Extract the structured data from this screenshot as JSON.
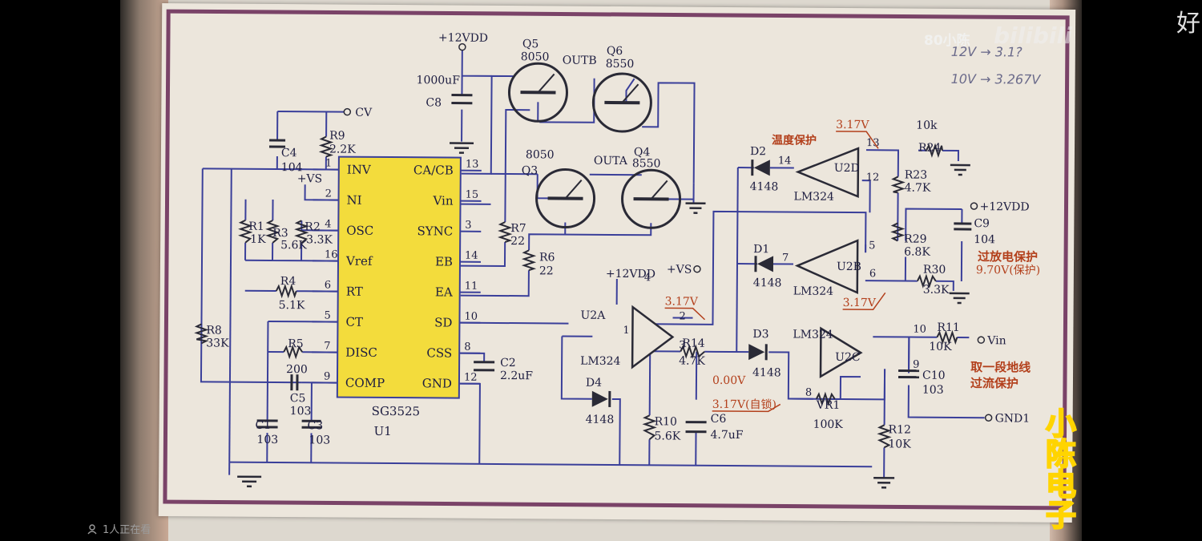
{
  "overlay": {
    "corner_char": "好",
    "uploader_tag": "80小陈",
    "platform_logo": "bilibili",
    "viewer_count": "1人正在看",
    "channel_watermark": [
      "小",
      "陈",
      "电",
      "子"
    ],
    "note_line1": "12V → 3.1?",
    "note_line2": "10V → 3.267V"
  },
  "schematic": {
    "ic": {
      "name": "SG3525",
      "ref": "U1",
      "left_pins": [
        {
          "num": "1",
          "label": "INV"
        },
        {
          "num": "2",
          "label": "NI"
        },
        {
          "num": "4",
          "label": "OSC"
        },
        {
          "num": "16",
          "label": "Vref"
        },
        {
          "num": "6",
          "label": "RT"
        },
        {
          "num": "5",
          "label": "CT"
        },
        {
          "num": "7",
          "label": "DISC"
        },
        {
          "num": "9",
          "label": "COMP"
        }
      ],
      "right_pins": [
        {
          "num": "13",
          "label": "CA/CB"
        },
        {
          "num": "15",
          "label": "Vin"
        },
        {
          "num": "3",
          "label": "SYNC"
        },
        {
          "num": "14",
          "label": "EB"
        },
        {
          "num": "11",
          "label": "EA"
        },
        {
          "num": "10",
          "label": "SD"
        },
        {
          "num": "8",
          "label": "CSS"
        },
        {
          "num": "12",
          "label": "GND"
        }
      ]
    },
    "labels": {
      "cv": "CV",
      "vs": "+VS",
      "vdd_top": "+12VDD",
      "vdd_mid": "+12VDD",
      "vdd_right": "+12VDD",
      "vs_mid": "+VS",
      "outb": "OUTB",
      "outa": "OUTA",
      "vin": "Vin",
      "gnd1": "GND1"
    },
    "components": {
      "c4": [
        "C4",
        "104"
      ],
      "r9": [
        "R9",
        "2.2K"
      ],
      "r1": [
        "R1",
        "1K"
      ],
      "r3": [
        "R3",
        "5.6K"
      ],
      "r2": [
        "R2",
        "3.3K"
      ],
      "r4": [
        "R4",
        "5.1K"
      ],
      "r8": [
        "R8",
        "33K"
      ],
      "r5": [
        "R5",
        "200"
      ],
      "c5": [
        "C5",
        "103"
      ],
      "c1": [
        "C1",
        "103"
      ],
      "c3": [
        "C3",
        "103"
      ],
      "c8": [
        "1000uF",
        "C8"
      ],
      "q5": [
        "Q5",
        "8050"
      ],
      "q6": [
        "Q6",
        "8550"
      ],
      "q3": [
        "8050",
        "Q3"
      ],
      "q4": [
        "Q4",
        "8550"
      ],
      "r7": [
        "R7",
        "22"
      ],
      "r6": [
        "R6",
        "22"
      ],
      "c2": [
        "C2",
        "2.2uF"
      ],
      "u2a": [
        "U2A",
        "LM324"
      ],
      "d4": [
        "D4",
        "4148"
      ],
      "r10": [
        "R10",
        "5.6K"
      ],
      "c6": [
        "C6",
        "4.7uF"
      ],
      "r14": [
        "R14",
        "4.7K"
      ],
      "d3": [
        "D3",
        "4148"
      ],
      "u2c": [
        "LM324",
        "U2C"
      ],
      "vr1": [
        "VR1",
        "100K"
      ],
      "r12": [
        "R12",
        "10K"
      ],
      "r11": [
        "R11",
        "10K"
      ],
      "c10": [
        "C10",
        "103"
      ],
      "d2": [
        "D2",
        "4148"
      ],
      "u2d": [
        "U2D",
        "LM324"
      ],
      "d1": [
        "D1",
        "4148"
      ],
      "u2b": [
        "U2B",
        "LM324"
      ],
      "r24": [
        "10k",
        "R24"
      ],
      "r23": [
        "R23",
        "4.7K"
      ],
      "r29": [
        "R29",
        "6.8K"
      ],
      "r30": [
        "R30",
        "3.3K"
      ],
      "c9": [
        "C9",
        "104"
      ]
    },
    "pin_numbers": {
      "u2a_1": "1",
      "u2a_2": "2",
      "u2a_3": "3",
      "u2a_4": "4",
      "u2c_8": "8",
      "u2c_9": "9",
      "u2c_10": "10",
      "u2d_12": "12",
      "u2d_13": "13",
      "u2d_14": "14",
      "u2b_5": "5",
      "u2b_6": "6",
      "u2b_7": "7"
    },
    "annotations": {
      "v317_a": "3.17V",
      "v000": "0.00V",
      "v317_latch": "3.17V(自锁)",
      "v317_top": "3.17V",
      "v317_mid": "3.17V",
      "temp_protect": "温度保护",
      "overdis_title": "过放电保护",
      "overdis_value": "9.70V(保护)",
      "overcurrent_1": "取一段地线",
      "overcurrent_2": "过流保护"
    }
  },
  "colors": {
    "wire": "#3a3f9a",
    "component": "#2a2a36",
    "ic_fill": "#f3dc3c",
    "annotation": "#b3401c",
    "border": "#7a4368"
  }
}
